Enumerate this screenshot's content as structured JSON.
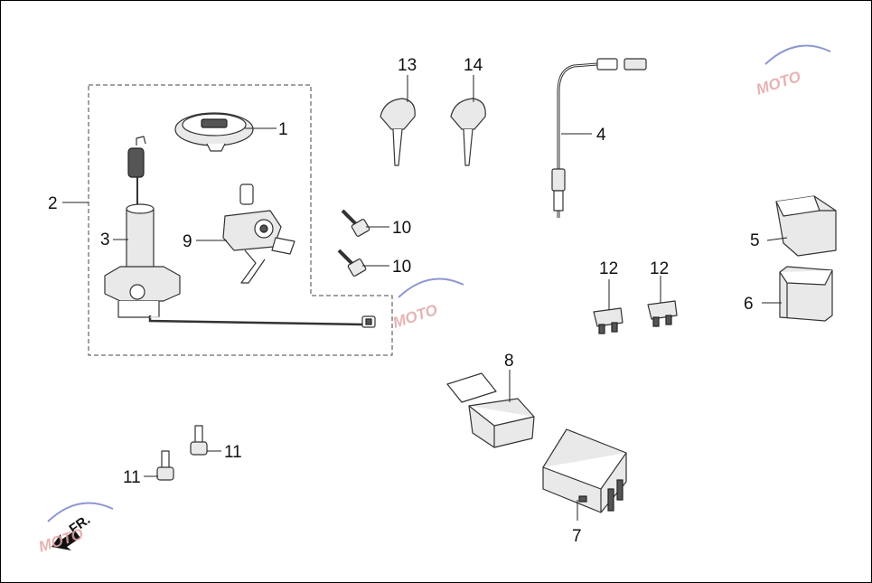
{
  "callouts": {
    "c1": "1",
    "c2": "2",
    "c3": "3",
    "c4": "4",
    "c5": "5",
    "c6": "6",
    "c7": "7",
    "c8": "8",
    "c9": "9",
    "c10a": "10",
    "c10b": "10",
    "c11a": "11",
    "c11b": "11",
    "c12a": "12",
    "c12b": "12",
    "c13": "13",
    "c14": "14"
  },
  "direction_label": "FR.",
  "watermark_text": "MOTO",
  "colors": {
    "line": "#333333",
    "watermark": "#e3a6a6",
    "watermark_accent": "#7a86c9",
    "arrow": "#111111"
  }
}
